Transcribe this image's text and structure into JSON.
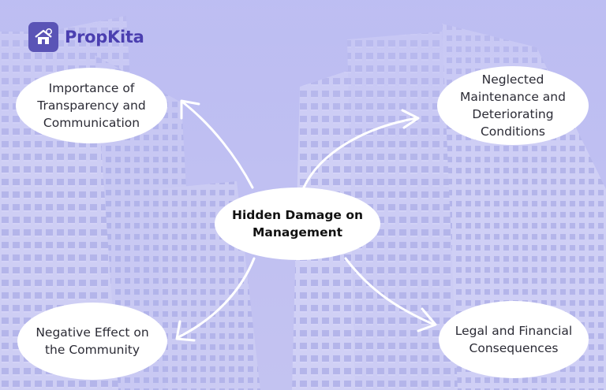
{
  "brand": {
    "name": "PropKita",
    "icon": "house-logo-icon"
  },
  "diagram": {
    "center": {
      "line1": "Hidden Damage on",
      "line2": "Management"
    },
    "branches": [
      {
        "id": "transparency",
        "lines": [
          "Importance of",
          "Transparency and",
          "Communication"
        ]
      },
      {
        "id": "maintenance",
        "lines": [
          "Neglected",
          "Maintenance and",
          "Deteriorating",
          "Conditions"
        ]
      },
      {
        "id": "community",
        "lines": [
          "Negative Effect on",
          "the Community"
        ]
      },
      {
        "id": "legal",
        "lines": [
          "Legal and Financial",
          "Consequences"
        ]
      }
    ]
  },
  "colors": {
    "accent": "#5a54b6",
    "background": "#bfc0f3",
    "node": "#ffffff",
    "arrow": "#ffffff"
  }
}
